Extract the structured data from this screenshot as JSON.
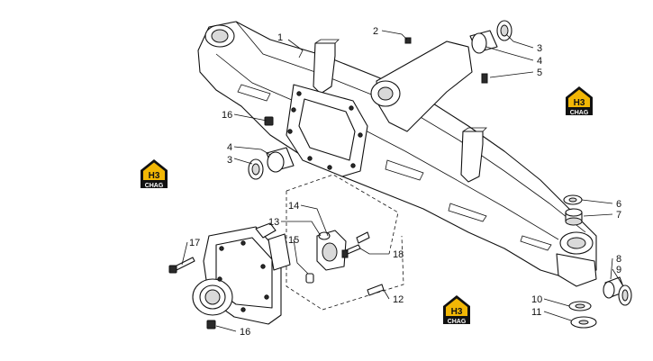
{
  "diagram": {
    "callouts": [
      {
        "id": "c1",
        "label": "1"
      },
      {
        "id": "c2",
        "label": "2"
      },
      {
        "id": "c3a",
        "label": "3"
      },
      {
        "id": "c4a",
        "label": "4"
      },
      {
        "id": "c5",
        "label": "5"
      },
      {
        "id": "c16a",
        "label": "16"
      },
      {
        "id": "c4b",
        "label": "4"
      },
      {
        "id": "c3b",
        "label": "3"
      },
      {
        "id": "c6",
        "label": "6"
      },
      {
        "id": "c7",
        "label": "7"
      },
      {
        "id": "c14",
        "label": "14"
      },
      {
        "id": "c13",
        "label": "13"
      },
      {
        "id": "c17",
        "label": "17"
      },
      {
        "id": "c15",
        "label": "15"
      },
      {
        "id": "c18",
        "label": "18"
      },
      {
        "id": "c8",
        "label": "8"
      },
      {
        "id": "c9",
        "label": "9"
      },
      {
        "id": "c12",
        "label": "12"
      },
      {
        "id": "c10",
        "label": "10"
      },
      {
        "id": "c11",
        "label": "11"
      },
      {
        "id": "c16b",
        "label": "16"
      }
    ],
    "watermark": {
      "top": "H3",
      "bottom": "CHAG"
    },
    "colors": {
      "logo_yellow": "#f2b705",
      "logo_black": "#111111",
      "line": "#111111"
    }
  }
}
